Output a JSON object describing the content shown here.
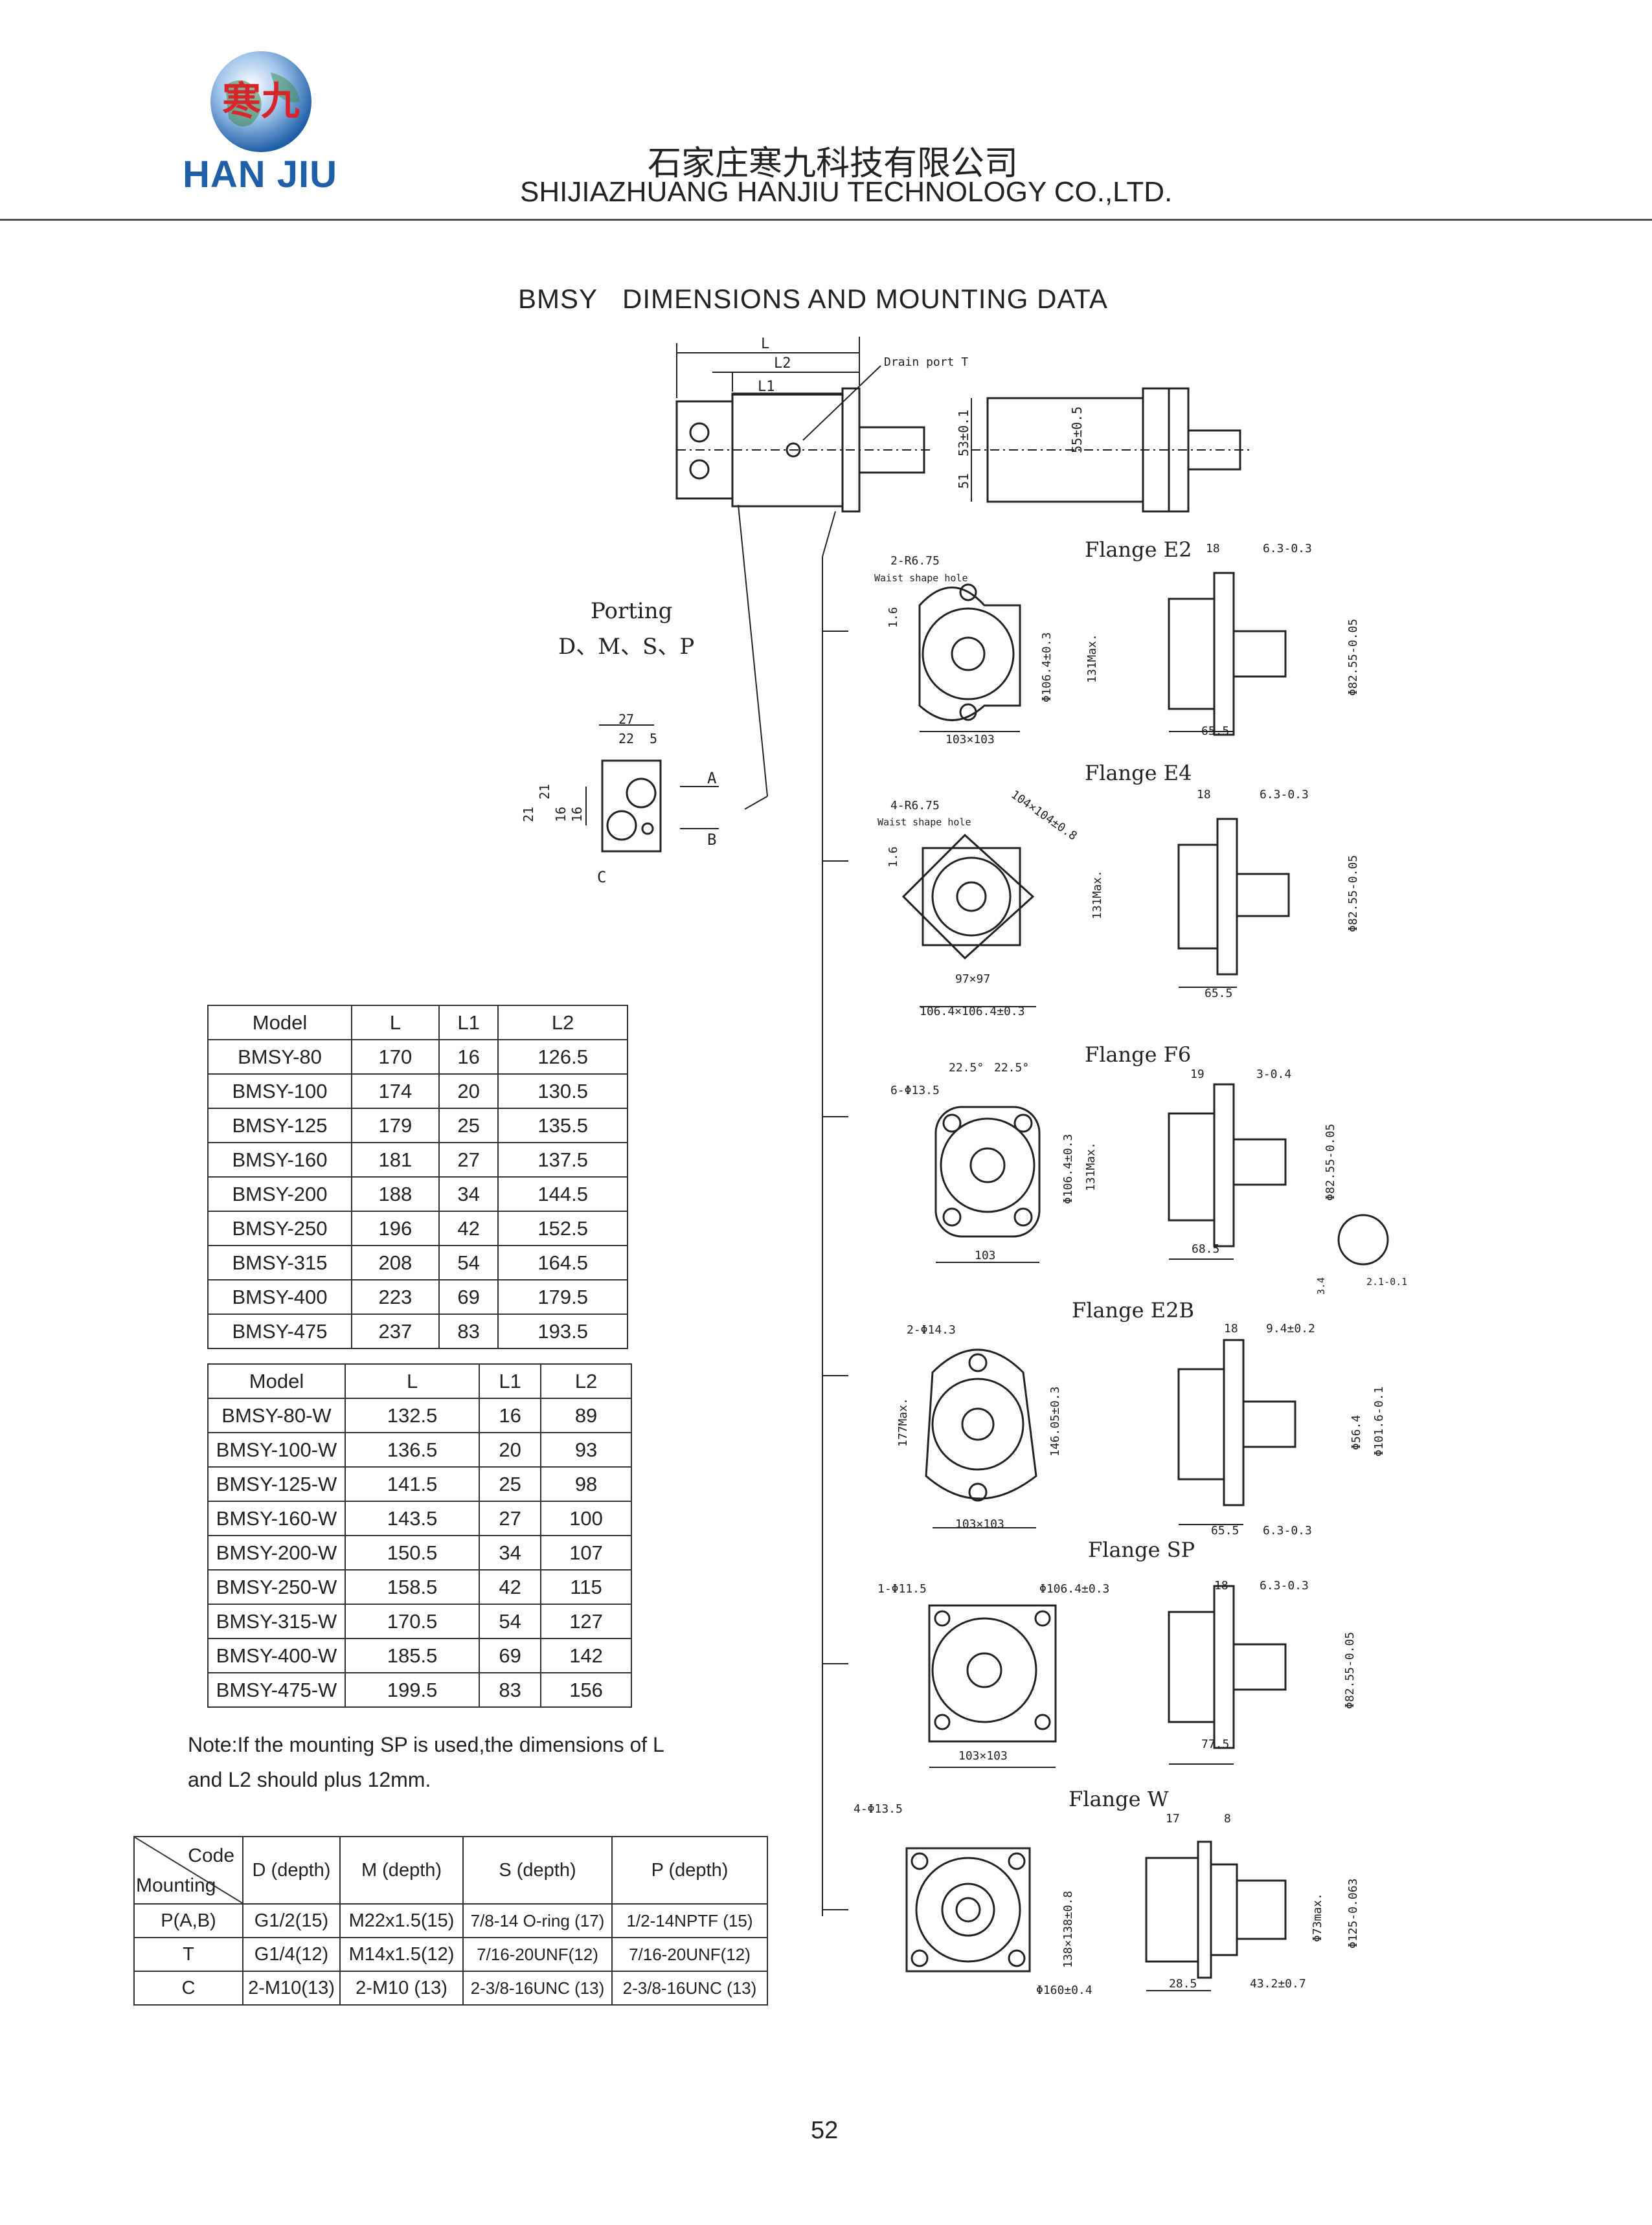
{
  "header": {
    "logo_text": "HAN JIU",
    "logo_glyph": "寒九",
    "company_cn": "石家庄寒九科技有限公司",
    "company_en": "SHIJIAZHUANG HANJIU TECHNOLOGY CO.,LTD."
  },
  "title": {
    "model": "BMSY",
    "text": "DIMENSIONS AND MOUNTING DATA"
  },
  "main_drawing": {
    "L": "L",
    "L2": "L2",
    "L1": "L1",
    "drain_port": "Drain port T",
    "dim_53": "53±0.1",
    "dim_51": "51",
    "dim_55": "55±0.5"
  },
  "porting": {
    "label": "Porting",
    "codes": "D、M、S、P",
    "dim_27": "27",
    "dim_22": "22",
    "dim_5": "5",
    "dim_21a": "21",
    "dim_21b": "21",
    "dim_16a": "16",
    "dim_16b": "16",
    "port_a": "A",
    "port_b": "B",
    "port_c": "C"
  },
  "flanges": {
    "e2": {
      "label": "Flange  E2",
      "hole": "2-R6.75",
      "hole_note": "Waist shape hole",
      "d16": "1.6",
      "pcd": "Φ106.4±0.3",
      "max": "131Max.",
      "square": "103×103",
      "w18": "18",
      "w63": "6.3-0.3",
      "w655": "65.5",
      "shaft": "Φ82.55-0.05"
    },
    "e4": {
      "label": "Flange  E4",
      "hole": "4-R6.75",
      "hole_note": "Waist shape hole",
      "d16": "1.6",
      "diag": "104×104±0.8",
      "max": "131Max.",
      "square": "97×97",
      "square2": "106.4×106.4±0.3",
      "w18": "18",
      "w63": "6.3-0.3",
      "w655": "65.5",
      "shaft": "Φ82.55-0.05"
    },
    "f6": {
      "label": "Flange  F6",
      "angle_a": "22.5°",
      "angle_b": "22.5°",
      "hole": "6-Φ13.5",
      "pcd": "Φ106.4±0.3",
      "max": "131Max.",
      "square": "103",
      "w19": "19",
      "w3": "3-0.4",
      "w685": "68.5",
      "shaft": "Φ82.55-0.05",
      "d34": "3.4",
      "d21": "2.1-0.1"
    },
    "e2b": {
      "label": "Flange  E2B",
      "hole": "2-Φ14.3",
      "max": "177Max.",
      "pcd": "146.05±0.3",
      "square": "103×103",
      "w18": "18",
      "w94": "9.4±0.2",
      "w655": "65.5",
      "w63": "6.3-0.3",
      "shaft1": "Φ56.4",
      "shaft2": "Φ101.6-0.1"
    },
    "sp": {
      "label": "Flange  SP",
      "hole": "1-Φ11.5",
      "pcd": "Φ106.4±0.3",
      "square": "103×103",
      "w18": "18",
      "w63": "6.3-0.3",
      "w775": "77.5",
      "shaft": "Φ82.55-0.05"
    },
    "w": {
      "label": "Flange  W",
      "hole": "4-Φ13.5",
      "square": "138×138±0.8",
      "pcd": "Φ160±0.4",
      "w17": "17",
      "w8": "8",
      "d73": "Φ73max.",
      "d125": "Φ125-0.063",
      "w285": "28.5",
      "w432": "43.2±0.7"
    }
  },
  "table1": {
    "headers": [
      "Model",
      "L",
      "L1",
      "L2"
    ],
    "rows": [
      [
        "BMSY-80",
        "170",
        "16",
        "126.5"
      ],
      [
        "BMSY-100",
        "174",
        "20",
        "130.5"
      ],
      [
        "BMSY-125",
        "179",
        "25",
        "135.5"
      ],
      [
        "BMSY-160",
        "181",
        "27",
        "137.5"
      ],
      [
        "BMSY-200",
        "188",
        "34",
        "144.5"
      ],
      [
        "BMSY-250",
        "196",
        "42",
        "152.5"
      ],
      [
        "BMSY-315",
        "208",
        "54",
        "164.5"
      ],
      [
        "BMSY-400",
        "223",
        "69",
        "179.5"
      ],
      [
        "BMSY-475",
        "237",
        "83",
        "193.5"
      ]
    ]
  },
  "table2": {
    "headers": [
      "Model",
      "L",
      "L1",
      "L2"
    ],
    "rows": [
      [
        "BMSY-80-W",
        "132.5",
        "16",
        "89"
      ],
      [
        "BMSY-100-W",
        "136.5",
        "20",
        "93"
      ],
      [
        "BMSY-125-W",
        "141.5",
        "25",
        "98"
      ],
      [
        "BMSY-160-W",
        "143.5",
        "27",
        "100"
      ],
      [
        "BMSY-200-W",
        "150.5",
        "34",
        "107"
      ],
      [
        "BMSY-250-W",
        "158.5",
        "42",
        "115"
      ],
      [
        "BMSY-315-W",
        "170.5",
        "54",
        "127"
      ],
      [
        "BMSY-400-W",
        "185.5",
        "69",
        "142"
      ],
      [
        "BMSY-475-W",
        "199.5",
        "83",
        "156"
      ]
    ]
  },
  "note": {
    "line1": "Note:If the mounting SP is used,the dimensions of L",
    "line2": "and L2 should plus 12mm."
  },
  "table3": {
    "corner_top": "Code",
    "corner_bottom": "Mounting",
    "headers": [
      "D (depth)",
      "M (depth)",
      "S (depth)",
      "P (depth)"
    ],
    "rows": [
      [
        "P(A,B)",
        "G1/2(15)",
        "M22x1.5(15)",
        "7/8-14 O-ring (17)",
        "1/2-14NPTF (15)"
      ],
      [
        "T",
        "G1/4(12)",
        "M14x1.5(12)",
        "7/16-20UNF(12)",
        "7/16-20UNF(12)"
      ],
      [
        "C",
        "2-M10(13)",
        "2-M10 (13)",
        "2-3/8-16UNC  (13)",
        "2-3/8-16UNC  (13)"
      ]
    ]
  },
  "page_number": "52"
}
